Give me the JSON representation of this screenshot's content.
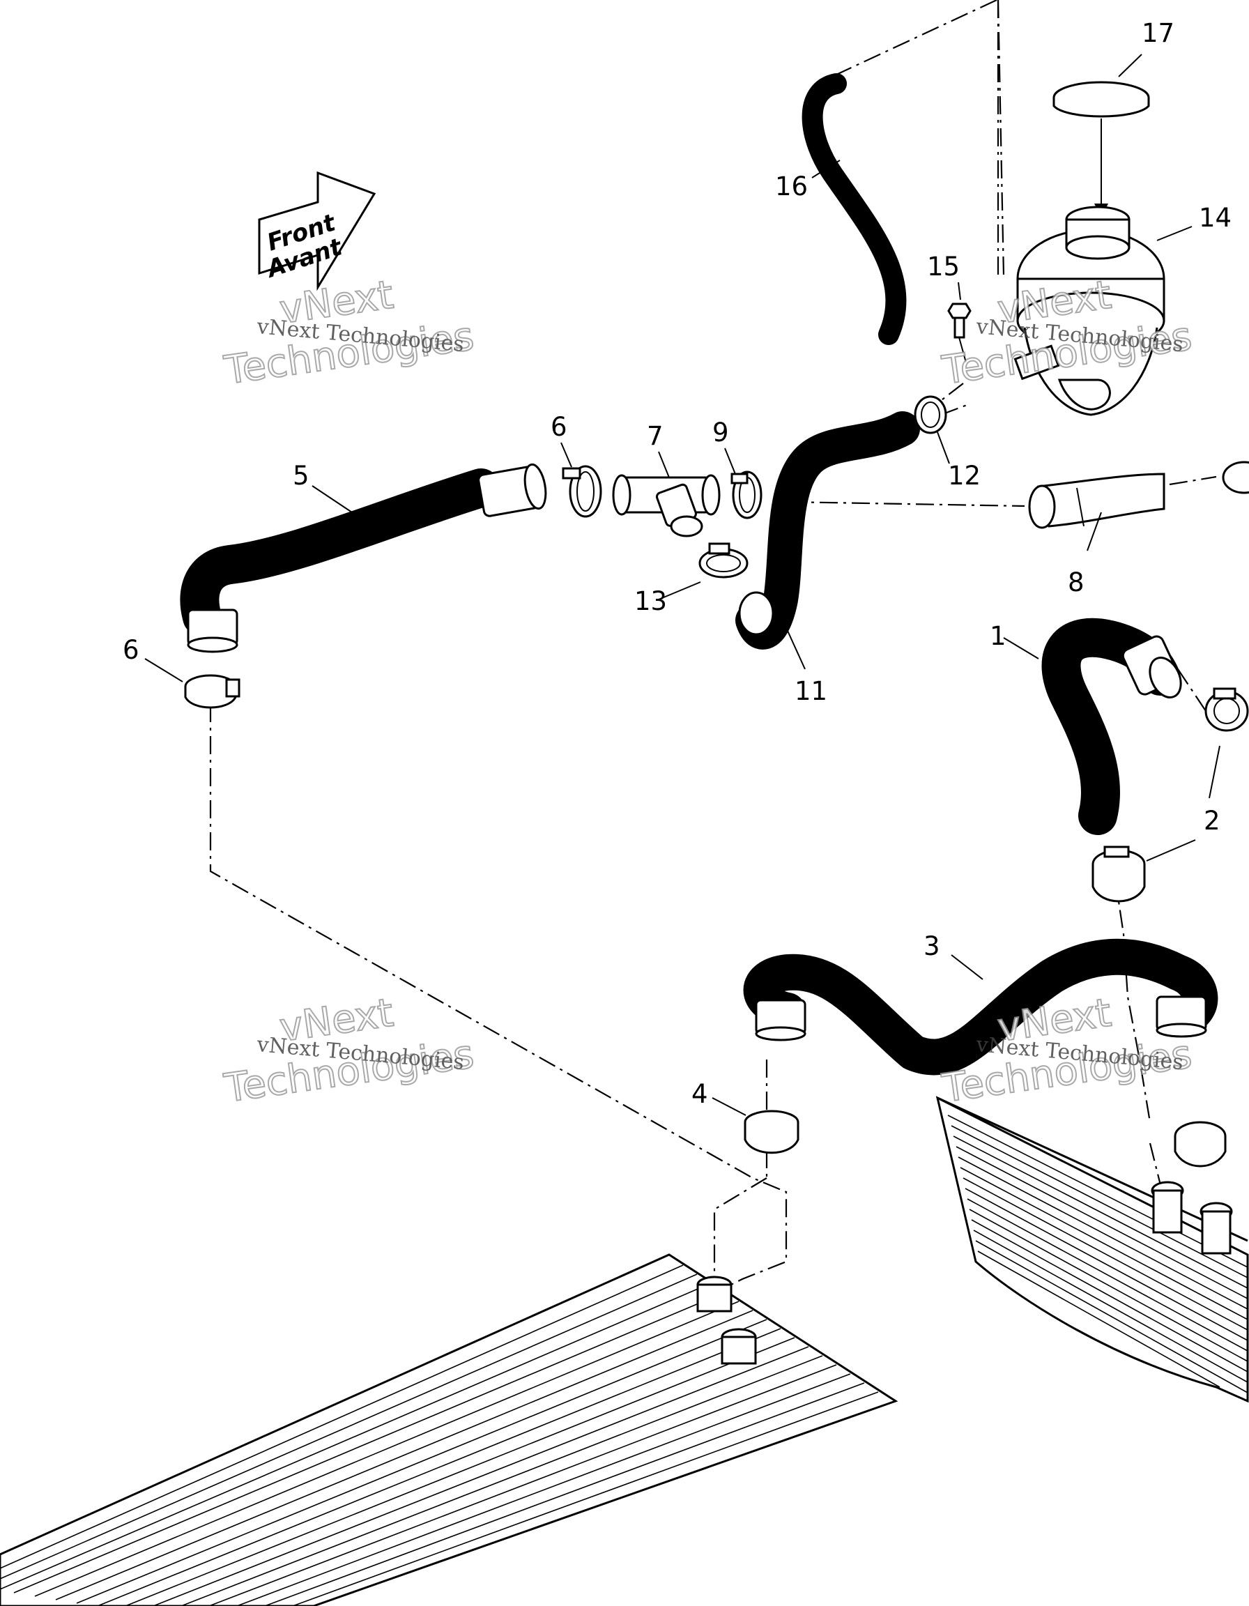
{
  "callouts": [
    "1",
    "2",
    "3",
    "4",
    "5",
    "6",
    "6",
    "7",
    "8",
    "9",
    "11",
    "12",
    "13",
    "14",
    "15",
    "16",
    "17"
  ],
  "arrow": {
    "line1": "Front",
    "line2": "Avant"
  },
  "watermark": {
    "small": "vNext Technologies",
    "big_line1": "vNext",
    "big_line2": "Technologies"
  }
}
